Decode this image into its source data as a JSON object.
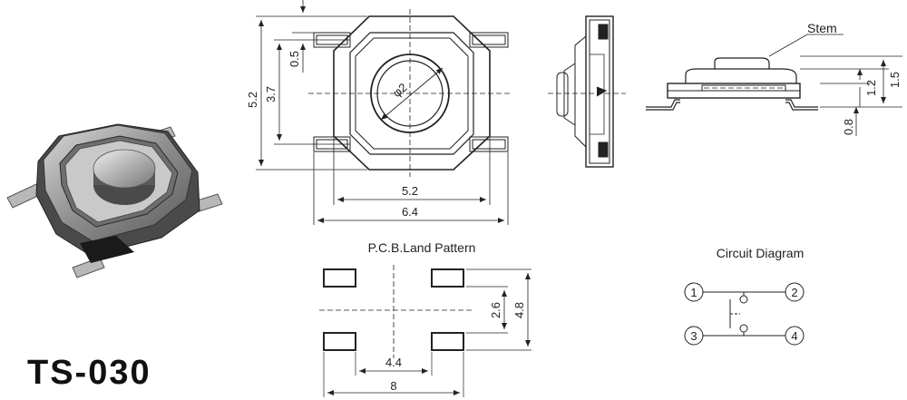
{
  "model_number": "TS-030",
  "top_view": {
    "dim_height": "5.2",
    "dim_inner_height": "3.7",
    "dim_offset": "0.5",
    "dim_inner_width": "5.2",
    "dim_outer_width": "6.4",
    "dim_diameter": "φ2"
  },
  "side_view": {
    "stem_label": "Stem",
    "dim_total_height": "1.5",
    "dim_body_height": "1.2",
    "dim_lead": "0.8"
  },
  "pcb_land_pattern": {
    "title": "P.C.B.Land Pattern",
    "dim_pad_spacing_v": "2.6",
    "dim_total_v": "4.8",
    "dim_inner_h": "4.4",
    "dim_total_h": "8"
  },
  "circuit_diagram": {
    "title": "Circuit Diagram",
    "pins": [
      "1",
      "2",
      "3",
      "4"
    ]
  },
  "colors": {
    "line": "#222222",
    "body_metal": "#9a9a9a",
    "body_dark": "#3a3a3a"
  }
}
